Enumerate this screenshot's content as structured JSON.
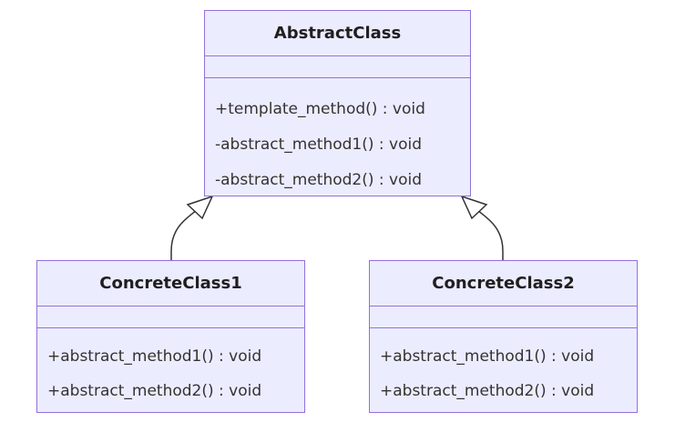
{
  "diagram": {
    "type": "uml-class-diagram",
    "colors": {
      "class_fill": "#ececff",
      "class_border": "#9370db",
      "edge": "#333333",
      "text": "#333333"
    },
    "classes": [
      {
        "name": "AbstractClass",
        "methods": [
          "+template_method() : void",
          "-abstract_method1() : void",
          "-abstract_method2() : void"
        ]
      },
      {
        "name": "ConcreteClass1",
        "methods": [
          "+abstract_method1() : void",
          "+abstract_method2() : void"
        ]
      },
      {
        "name": "ConcreteClass2",
        "methods": [
          "+abstract_method1() : void",
          "+abstract_method2() : void"
        ]
      }
    ],
    "relations": [
      {
        "from": "ConcreteClass1",
        "to": "AbstractClass",
        "kind": "inheritance"
      },
      {
        "from": "ConcreteClass2",
        "to": "AbstractClass",
        "kind": "inheritance"
      }
    ]
  }
}
